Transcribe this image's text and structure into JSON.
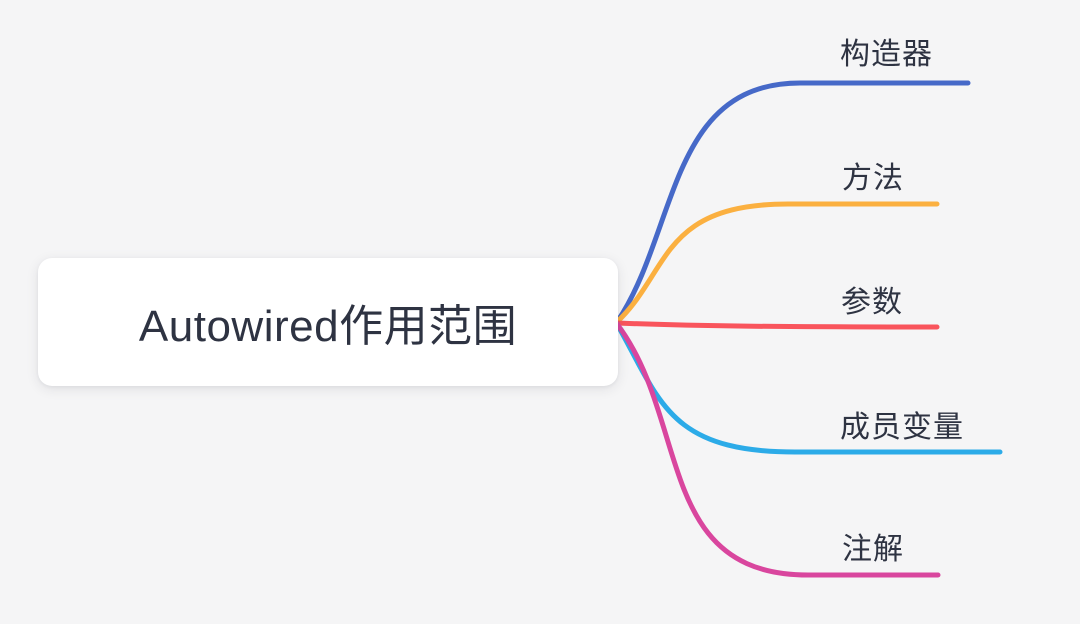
{
  "canvas": {
    "background_color": "#F5F5F6",
    "text_color": "#2E3342",
    "node_background_color": "#FFFFFF"
  },
  "root": {
    "label": "Autowired作用范围"
  },
  "branches": [
    {
      "id": "constructor",
      "label": "构造器",
      "color": "#4669C8"
    },
    {
      "id": "method",
      "label": "方法",
      "color": "#FBB040"
    },
    {
      "id": "parameter",
      "label": "参数",
      "color": "#F9545C"
    },
    {
      "id": "member-variable",
      "label": "成员变量",
      "color": "#2CABE8"
    },
    {
      "id": "annotation",
      "label": "注解",
      "color": "#D9469E"
    }
  ]
}
